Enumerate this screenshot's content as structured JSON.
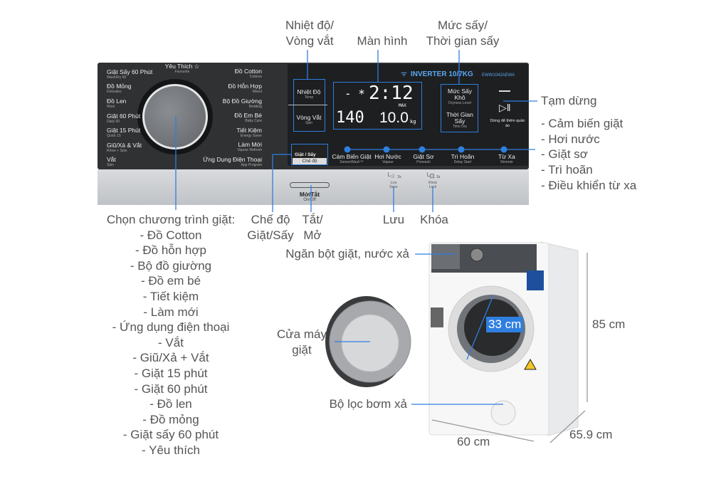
{
  "top_labels": {
    "temp_spin": [
      "Nhiệt độ/",
      "Vòng vắt"
    ],
    "screen": "Màn hình",
    "dry": [
      "Mức sấy/",
      "Thời gian sấy"
    ]
  },
  "right_labels": {
    "pause": "Tạm dừng",
    "options": [
      "- Cảm biến giặt",
      "- Hơi nước",
      "- Giặt sơ",
      "- Trì hoãn",
      "- Điều khiển từ xa"
    ]
  },
  "program_list": {
    "title": "Chọn chương trình giặt:",
    "items": [
      "- Đồ Cotton",
      "- Đồ hỗn hợp",
      "- Bộ đồ giường",
      "- Đồ em bé",
      "- Tiết kiệm",
      "- Làm mới",
      "- Ứng dụng điện thoại",
      "- Vắt",
      "- Giũ/Xả + Vắt",
      "- Giặt 15 phút",
      "- Giặt 60 phút",
      "- Đồ len",
      "- Đồ mỏng",
      "- Giặt sấy 60 phút",
      "- Yêu thích"
    ]
  },
  "bottom_labels": {
    "mode": [
      "Chế độ",
      "Giặt/Sấy"
    ],
    "power": [
      "Tắt/",
      "Mở"
    ],
    "save": "Lưu",
    "lock": "Khóa"
  },
  "machine_labels": {
    "drawer": "Ngăn bột giặt, nước xả",
    "door": [
      "Cửa máy",
      "giặt"
    ],
    "filter": "Bộ lọc bơm xả",
    "drum": "33 cm",
    "height": "85 cm",
    "depth": "65.9 cm",
    "width": "60 cm"
  },
  "panel": {
    "favourite": {
      "vi": "Yêu Thích ☆",
      "en": "Favourite"
    },
    "left": [
      {
        "vi": "Giặt Sấy 60 Phút",
        "en": "WashDry 60"
      },
      {
        "vi": "Đồ Mỏng",
        "en": "Delicates"
      },
      {
        "vi": "Đồ Len",
        "en": "Wool"
      },
      {
        "vi": "Giặt 60 Phút",
        "en": "Daily 60"
      },
      {
        "vi": "Giặt 15 Phút",
        "en": "Quick 15"
      },
      {
        "vi": "Giũ/Xả & Vắt",
        "en": "Rinse + Spin"
      },
      {
        "vi": "Vắt",
        "en": "Spin"
      }
    ],
    "right": [
      {
        "vi": "Đồ Cotton",
        "en": "Cottons"
      },
      {
        "vi": "Đồ Hỗn Hợp",
        "en": "Mixed"
      },
      {
        "vi": "Bộ Đồ Giường",
        "en": "Bedding"
      },
      {
        "vi": "Đồ Em Bé",
        "en": "Baby Care"
      },
      {
        "vi": "Tiết Kiệm",
        "en": "Energy Saver"
      },
      {
        "vi": "Làm Mới",
        "en": "Vapour Refresh"
      },
      {
        "vi": "Ứng Dụng Điện Thoại",
        "en": "App Program"
      }
    ],
    "brand": "INVERTER 10/7KG",
    "model": "EWW1042AEWA",
    "temp": {
      "vi": "Nhiệt Độ",
      "en": "Temp"
    },
    "spin": {
      "vi": "Vòng Vắt",
      "en": "Spin"
    },
    "display": {
      "temp": "- *",
      "time": "2:12",
      "spin": "140",
      "max": "MAX",
      "weight": "10.0",
      "unit": "kg"
    },
    "dryness": {
      "vi": "Mức Sấy Khô",
      "en": "Dryness Level"
    },
    "time_dry": {
      "vi": "Thời Gian Sấy",
      "en": "Time Dry"
    },
    "pause_note": "Dừng để thêm quần áo",
    "mode": {
      "wash": "Giặt",
      "dry": "Sấy",
      "label": "Chế độ"
    },
    "buttons": [
      {
        "vi": "Cảm Biến Giặt",
        "en": "SensorWash™"
      },
      {
        "vi": "Hơi Nước",
        "en": "Vapour"
      },
      {
        "vi": "Giặt Sơ",
        "en": "Prewash"
      },
      {
        "vi": "Trì Hoãn",
        "en": "Delay Start"
      },
      {
        "vi": "Từ Xa",
        "en": "Remote"
      }
    ],
    "power": {
      "vi": "Mở/Tắt",
      "en": "On/Off"
    },
    "save": {
      "vi": "Lưu",
      "en": "Save",
      "hold": "2s"
    },
    "lock": {
      "vi": "Khoá",
      "en": "Lock",
      "hold": "2s"
    }
  }
}
